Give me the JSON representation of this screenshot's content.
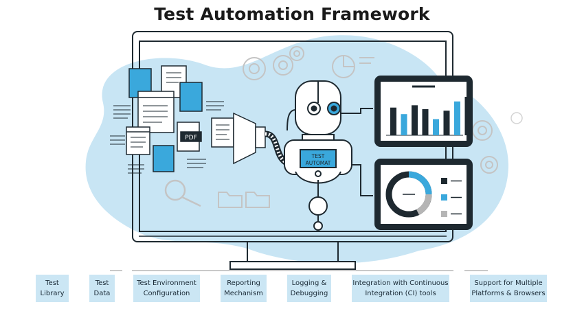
{
  "title": "Test Automation Framework",
  "illustration": {
    "pdf_label": "PDF",
    "robot_badge_line1": "TEST",
    "robot_badge_line2": "AUTOMAT",
    "colors": {
      "accent_blue": "#3aa8dc",
      "blob": "#c8e5f4",
      "dark": "#1e2930",
      "gray": "#b5b5b5"
    },
    "bar_chart": {
      "values": [
        {
          "value": 0.72,
          "color": "dark"
        },
        {
          "value": 0.55,
          "color": "blue"
        },
        {
          "value": 0.78,
          "color": "dark"
        },
        {
          "value": 0.68,
          "color": "dark"
        },
        {
          "value": 0.42,
          "color": "blue"
        },
        {
          "value": 0.64,
          "color": "dark"
        },
        {
          "value": 0.88,
          "color": "blue"
        },
        {
          "value": 1.0,
          "color": "dark"
        }
      ]
    },
    "donut_legend": [
      {
        "color": "dark"
      },
      {
        "color": "blue"
      },
      {
        "color": "gray"
      }
    ]
  },
  "components": [
    {
      "label": "Test\nLibrary"
    },
    {
      "label": "Test\nData"
    },
    {
      "label": "Test Environment\nConfiguration"
    },
    {
      "label": "Reporting\nMechanism"
    },
    {
      "label": "Logging &\nDebugging"
    },
    {
      "label": "Integration with Continuous\nIntegration (CI) tools"
    },
    {
      "label": "Support for Multiple\nPlatforms & Browsers"
    }
  ]
}
